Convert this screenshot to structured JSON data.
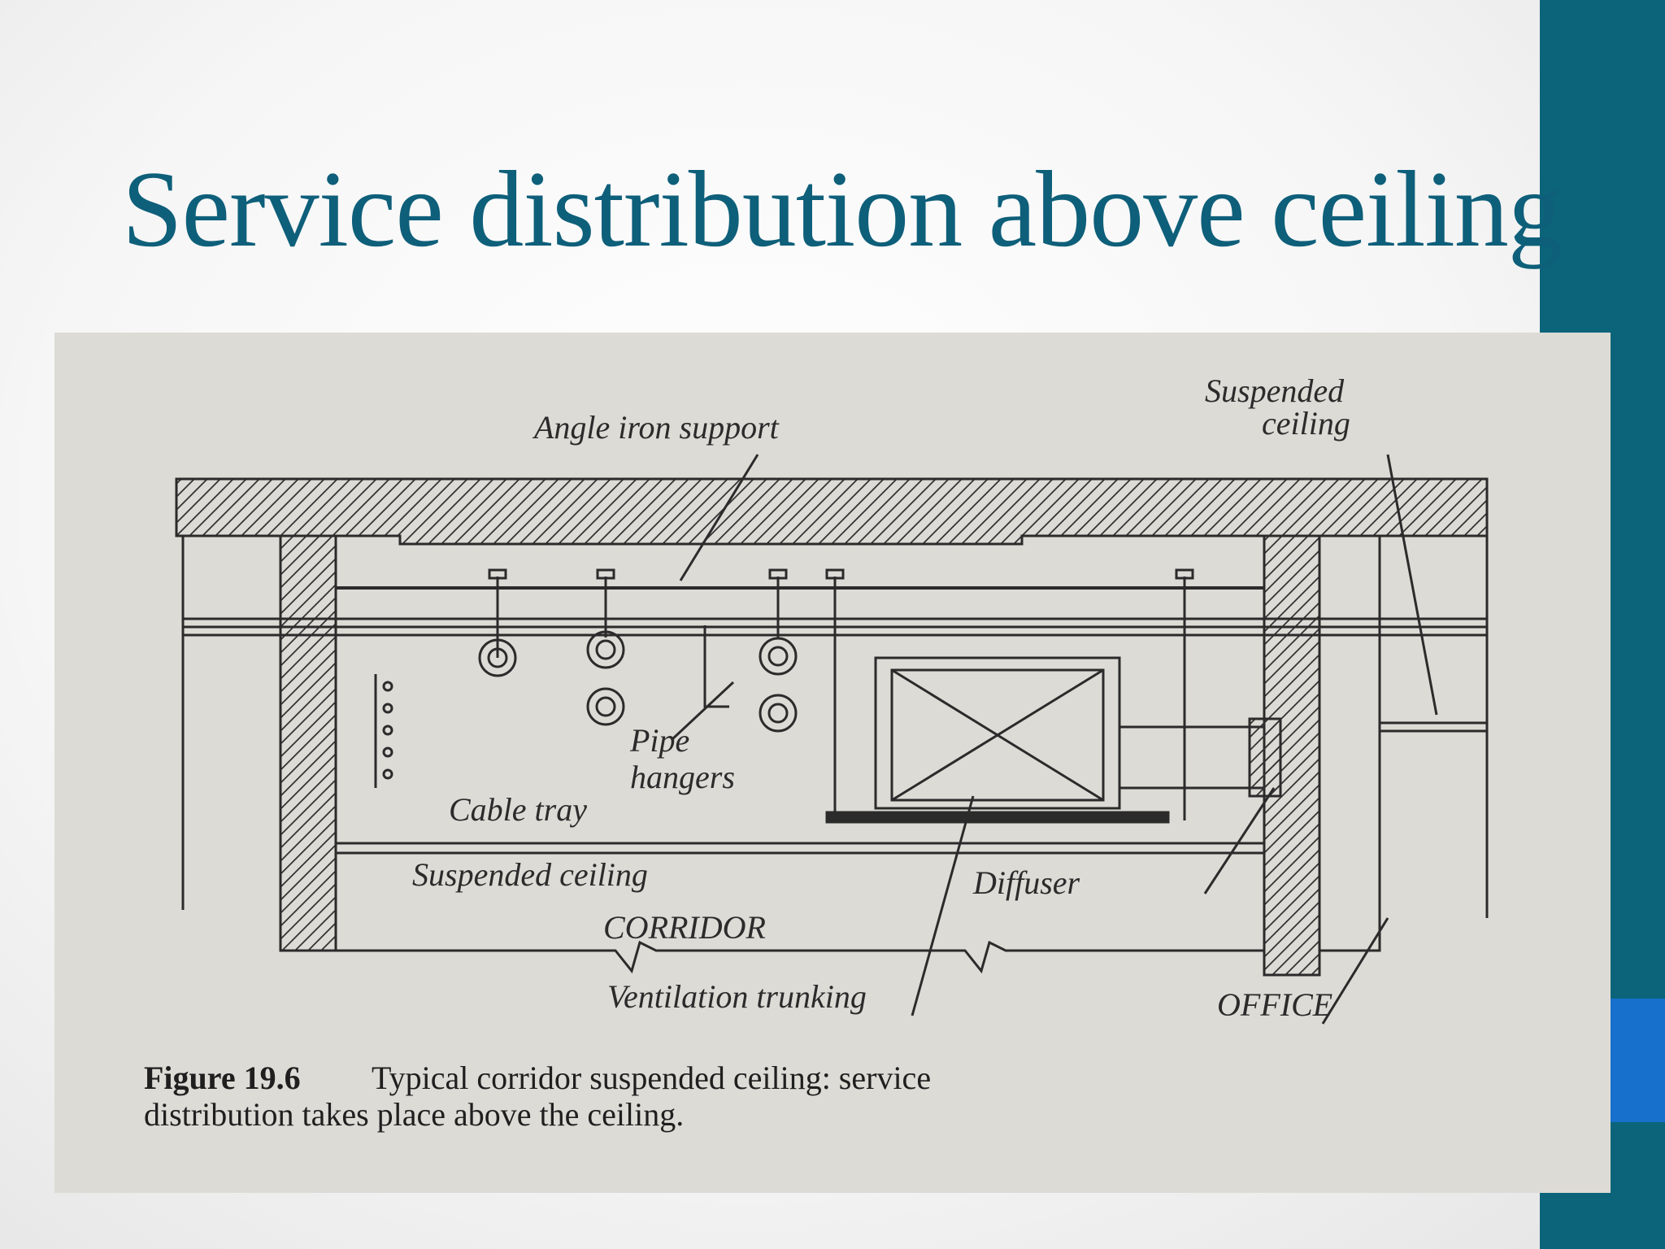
{
  "slide": {
    "title": "Service distribution above ceiling",
    "colors": {
      "title": "#0e5f7a",
      "band": "#0b6479",
      "accent": "#1670cc",
      "paper": "#dcdad5",
      "ink": "#2b2b2b"
    }
  },
  "figure": {
    "labels": {
      "angle_iron_support": "Angle iron support",
      "suspended_ceiling_right_1": "Suspended",
      "suspended_ceiling_right_2": "ceiling",
      "pipe": "Pipe",
      "hangers": "hangers",
      "cable_tray": "Cable tray",
      "suspended_ceiling": "Suspended ceiling",
      "diffuser": "Diffuser",
      "corridor": "CORRIDOR",
      "ventilation_trunking": "Ventilation trunking",
      "office": "OFFICE"
    },
    "caption_number": "Figure 19.6",
    "caption_line1": "Typical corridor suspended ceiling: service",
    "caption_line2": "distribution takes place above the ceiling."
  }
}
